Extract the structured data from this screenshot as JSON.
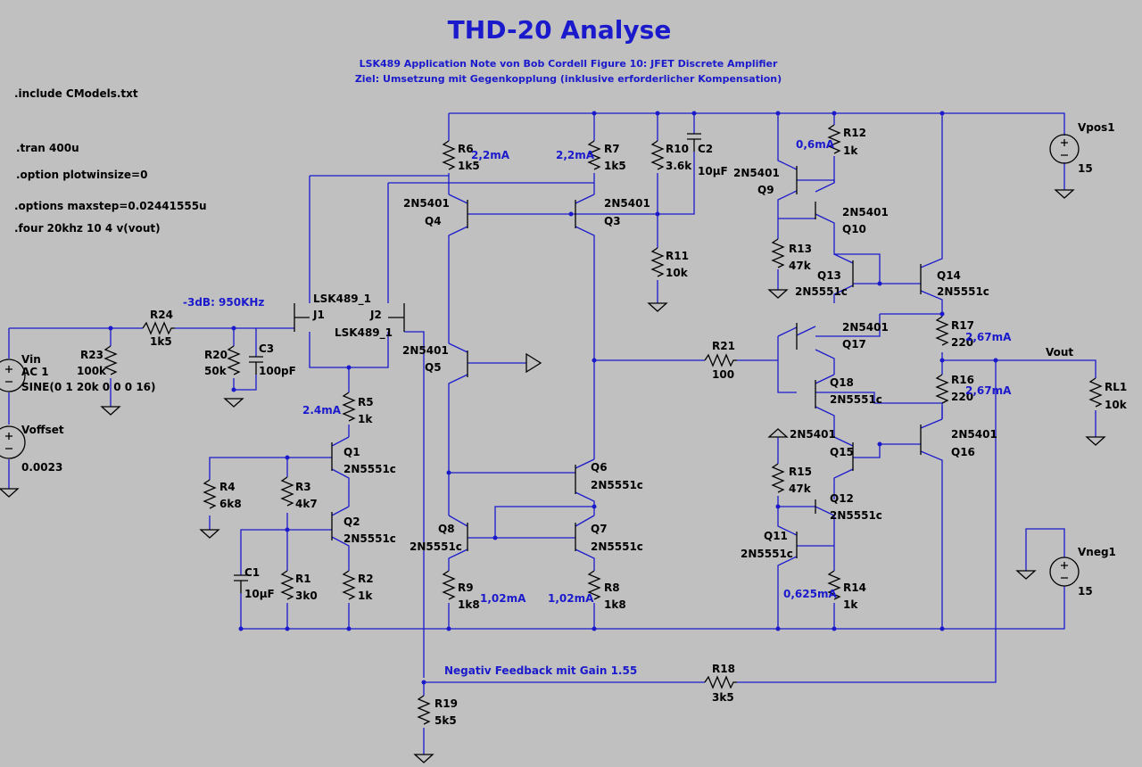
{
  "title": "THD-20 Analyse",
  "subtitle": [
    "LSK489 Application Note von Bob Cordell Figure 10: JFET Discrete Amplifier",
    "Ziel:  Umsetzung mit Gegenkopplung (inklusive erforderlicher Kompensation)"
  ],
  "directives": [
    ".include CModels.txt",
    ".tran 400u",
    ".option plotwinsize=0",
    ".options maxstep=0.02441555u",
    ".four 20khz 10 4 v(vout)"
  ],
  "annotations": {
    "cutoff": "-3dB: 950KHz",
    "feedback": "Negativ Feedback mit Gain 1.55",
    "i_r6": "2,2mA",
    "i_r7": "2,2mA",
    "i_r12": "0,6mA",
    "i_r5": "2.4mA",
    "i_r9": "1,02mA",
    "i_r8": "1,02mA",
    "i_r14": "0,625mA",
    "i_r17": "2,67mA",
    "i_r16": "2,67mA"
  },
  "sources": {
    "vin": {
      "name": "Vin",
      "ac": "AC 1",
      "sine": "SINE(0 1 20k 0 0 0 16)"
    },
    "voffset": {
      "name": "Voffset",
      "value": "0.0023"
    },
    "vpos": {
      "name": "Vpos1",
      "value": "15"
    },
    "vneg": {
      "name": "Vneg1",
      "value": "15"
    }
  },
  "net_labels": {
    "vout": "Vout"
  },
  "resistors": [
    {
      "name": "R6",
      "value": "1k5"
    },
    {
      "name": "R7",
      "value": "1k5"
    },
    {
      "name": "R10",
      "value": "3.6k"
    },
    {
      "name": "R11",
      "value": "10k"
    },
    {
      "name": "R12",
      "value": "1k"
    },
    {
      "name": "R13",
      "value": "47k"
    },
    {
      "name": "R24",
      "value": "1k5"
    },
    {
      "name": "R23",
      "value": "100k"
    },
    {
      "name": "R20",
      "value": "50k"
    },
    {
      "name": "R5",
      "value": "1k"
    },
    {
      "name": "R4",
      "value": "6k8"
    },
    {
      "name": "R3",
      "value": "4k7"
    },
    {
      "name": "R1",
      "value": "3k0"
    },
    {
      "name": "R2",
      "value": "1k"
    },
    {
      "name": "R9",
      "value": "1k8"
    },
    {
      "name": "R8",
      "value": "1k8"
    },
    {
      "name": "R21",
      "value": "100"
    },
    {
      "name": "R17",
      "value": "220"
    },
    {
      "name": "R16",
      "value": "220"
    },
    {
      "name": "RL1",
      "value": "10k"
    },
    {
      "name": "R15",
      "value": "47k"
    },
    {
      "name": "R14",
      "value": "1k"
    },
    {
      "name": "R18",
      "value": "3k5"
    },
    {
      "name": "R19",
      "value": "5k5"
    }
  ],
  "capacitors": [
    {
      "name": "C2",
      "value": "10µF"
    },
    {
      "name": "C3",
      "value": "100pF"
    },
    {
      "name": "C1",
      "value": "10µF"
    }
  ],
  "transistors": [
    {
      "name": "Q4",
      "model": "2N5401"
    },
    {
      "name": "Q3",
      "model": "2N5401"
    },
    {
      "name": "Q9",
      "model": "2N5401"
    },
    {
      "name": "Q10",
      "model": "2N5401"
    },
    {
      "name": "Q13",
      "model": "2N5551c"
    },
    {
      "name": "Q14",
      "model": "2N5551c"
    },
    {
      "name": "Q17",
      "model": "2N5401"
    },
    {
      "name": "Q18",
      "model": "2N5551c"
    },
    {
      "name": "Q5",
      "model": "2N5401"
    },
    {
      "name": "Q1",
      "model": "2N5551c"
    },
    {
      "name": "Q2",
      "model": "2N5551c"
    },
    {
      "name": "Q6",
      "model": "2N5551c"
    },
    {
      "name": "Q7",
      "model": "2N5551c"
    },
    {
      "name": "Q8",
      "model": "2N5551c"
    },
    {
      "name": "Q15",
      "model": "2N5401"
    },
    {
      "name": "Q16",
      "model": "2N5401"
    },
    {
      "name": "Q12",
      "model": "2N5551c"
    },
    {
      "name": "Q11",
      "model": "2N5551c"
    }
  ],
  "jfets": [
    {
      "name": "J1",
      "model": "LSK489_1"
    },
    {
      "name": "J2",
      "model": "LSK489_1"
    }
  ]
}
